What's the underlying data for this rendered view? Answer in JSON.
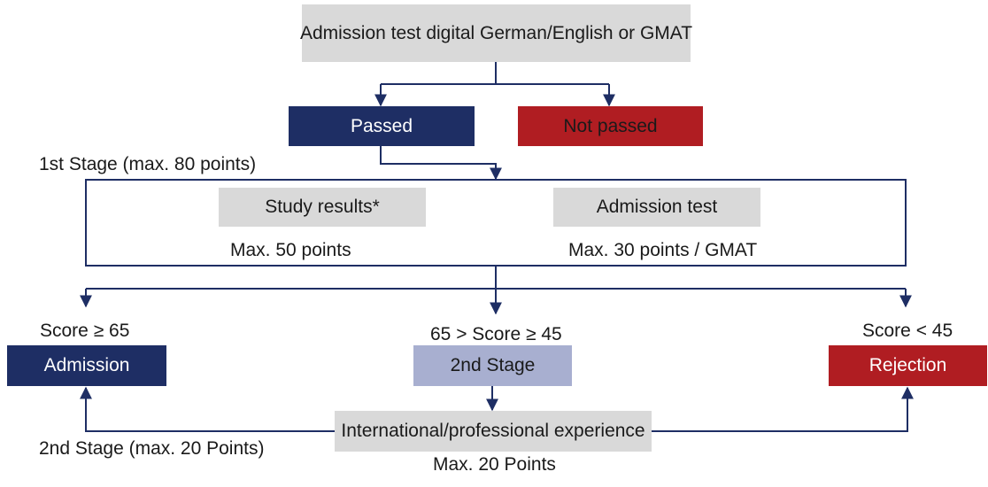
{
  "nodes": {
    "admission_test_top": "Admission test digital German/English or GMAT",
    "passed": "Passed",
    "not_passed": "Not passed",
    "study_results": "Study results*",
    "admission_test": "Admission test",
    "admission": "Admission",
    "second_stage": "2nd Stage",
    "rejection": "Rejection",
    "experience": "International/professional experience"
  },
  "labels": {
    "first_stage": "1st Stage (max. 80 points)",
    "max_50": "Max. 50 points",
    "max_30": "Max. 30 points / GMAT",
    "score_high": "Score ≥ 65",
    "score_mid": "65 > Score ≥ 45",
    "score_low": "Score < 45",
    "second_stage_label": "2nd Stage (max. 20 Points)",
    "max_20": "Max. 20 Points"
  },
  "colors": {
    "navy": "#1e2e64",
    "red": "#b01d22",
    "gray": "#d9d9d9",
    "lavender": "#a8afd0",
    "line": "#1e2e64"
  }
}
